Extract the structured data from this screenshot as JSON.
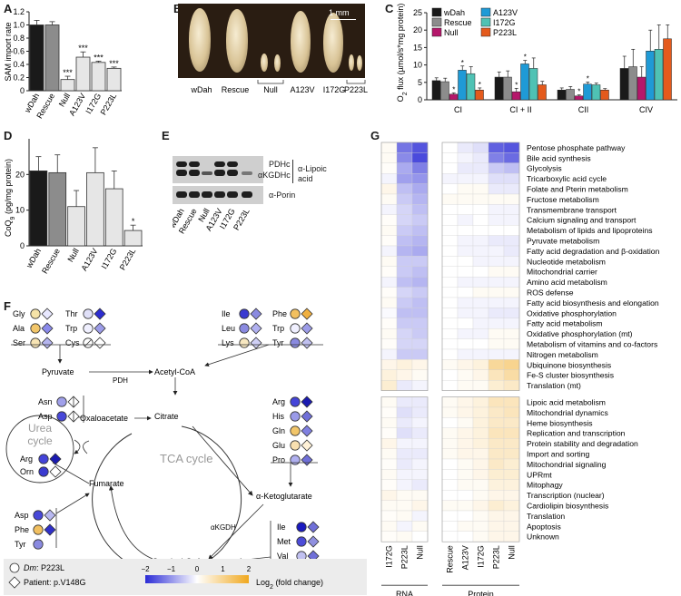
{
  "panels": {
    "A": "A",
    "B": "B",
    "C": "C",
    "D": "D",
    "E": "E",
    "F": "F",
    "G": "G"
  },
  "colors": {
    "wDah": "#1a1a1a",
    "Rescue": "#8c8c8c",
    "Null": "#b5176b",
    "A123V": "#1f9ad6",
    "I172G": "#4fc2b4",
    "P223L": "#e45a1c",
    "low": "#2b2bd6",
    "zero": "#ffffff",
    "high": "#f0a81e",
    "legend_bg": "#ececec"
  },
  "chart_data": [
    {
      "type": "bar",
      "title": "",
      "ylabel": "SAM import rate",
      "categories": [
        "wDah",
        "Rescue",
        "Null",
        "A123V",
        "I172G",
        "P223L"
      ],
      "values": [
        1.0,
        1.0,
        0.17,
        0.51,
        0.43,
        0.34
      ],
      "errors": [
        0.07,
        0.05,
        0.05,
        0.08,
        0.02,
        0.02
      ],
      "significance": [
        "",
        "",
        "***",
        "***",
        "***",
        "***"
      ],
      "ylim": [
        0,
        1.2
      ],
      "yticks": [
        0,
        0.2,
        0.4,
        0.6,
        0.8,
        1.0,
        1.2
      ],
      "ytick_labels": [
        "0",
        "0.2",
        "0.4",
        "0.6",
        "0.8",
        "1.0",
        "1.2"
      ]
    },
    {
      "type": "bar",
      "title": "",
      "ylabel_parts": [
        "O",
        "2",
        "flux (µmol/s*mg protein)"
      ],
      "categories": [
        "CI",
        "CI + II",
        "CII",
        "CIV"
      ],
      "series": [
        {
          "name": "wDah",
          "values": [
            5.5,
            6.5,
            2.8,
            9.0
          ],
          "errors": [
            0.8,
            1.5,
            0.6,
            3.5
          ]
        },
        {
          "name": "Rescue",
          "values": [
            5.2,
            6.5,
            3.0,
            9.5
          ],
          "errors": [
            1.0,
            1.8,
            0.8,
            5.0
          ]
        },
        {
          "name": "Null",
          "values": [
            1.6,
            2.3,
            1.1,
            6.5
          ],
          "errors": [
            0.4,
            1.0,
            0.3,
            3.0
          ]
        },
        {
          "name": "A123V",
          "values": [
            8.5,
            10.3,
            4.5,
            14.0
          ],
          "errors": [
            1.2,
            1.0,
            0.6,
            6.0
          ]
        },
        {
          "name": "I172G",
          "values": [
            7.5,
            9.0,
            4.3,
            14.5
          ],
          "errors": [
            2.0,
            3.0,
            0.5,
            7.0
          ]
        },
        {
          "name": "P223L",
          "values": [
            2.8,
            4.3,
            2.8,
            17.5
          ],
          "errors": [
            0.6,
            1.0,
            0.4,
            4.0
          ]
        }
      ],
      "significance": [
        [
          "",
          "",
          "*",
          "*",
          "",
          "*"
        ],
        [
          "",
          "",
          "*",
          "*",
          "",
          ""
        ],
        [
          "",
          "",
          "*",
          "*",
          "",
          ""
        ],
        [
          "",
          "",
          "",
          "",
          "",
          ""
        ]
      ],
      "ylim": [
        0,
        25
      ],
      "yticks": [
        0,
        5,
        10,
        15,
        20,
        25
      ],
      "ytick_labels": [
        "0",
        "5",
        "10",
        "15",
        "20",
        "25"
      ],
      "legend": "top-left"
    },
    {
      "type": "bar",
      "title": "",
      "ylabel_parts": [
        "CoQ",
        "9",
        "(pg/mg protein)"
      ],
      "categories": [
        "wDah",
        "Rescue",
        "Null",
        "A123V",
        "I172G",
        "P223L"
      ],
      "values": [
        21,
        20.5,
        11,
        20.5,
        16,
        4.3
      ],
      "errors": [
        4,
        5,
        4.5,
        7,
        5,
        1.5
      ],
      "significance": [
        "",
        "",
        "",
        "",
        "",
        "*"
      ],
      "ylim": [
        0,
        30
      ],
      "yticks": [
        0,
        10,
        20
      ],
      "ytick_labels": [
        "0",
        "10",
        "20"
      ]
    },
    {
      "type": "heatmap",
      "title": "",
      "rows": [
        "Pentose phosphate pathway",
        "Bile acid synthesis",
        "Glycolysis",
        "Tricarboxylic acid cycle",
        "Folate and Pterin metabolism",
        "Fructose metabolism",
        "Transmembrane transport",
        "Calcium signaling and transport",
        "Metabolism of lipids and lipoproteins",
        "Pyruvate metabolism",
        "Fatty acid degradation and β-oxidation",
        "Nucleotide metabolism",
        "Mitochondrial carrier",
        "Amino acid metabolism",
        "ROS defense",
        "Fatty acid biosynthesis and elongation",
        "Oxidative phosphorylation",
        "Fatty acid metabolism",
        "Oxidative phosphorylation (mt)",
        "Metabolism of vitamins and co-factors",
        "Nitrogen metabolism",
        "Ubiquinone biosynthesis",
        "Fe-S cluster biosynthesis",
        "Translation (mt)",
        "Lipoic acid metabolism",
        "Mitochondrial dynamics",
        "Heme biosynthesis",
        "Replication and transcription",
        "Protein stability and degradation",
        "Import and sorting",
        "Mitochondrial signaling",
        "UPRmt",
        "Mitophagy",
        "Transcription (nuclear)",
        "Cardiolipin biosynthesis",
        "Translation",
        "Apoptosis",
        "Unknown"
      ],
      "rna_columns": [
        "I172G",
        "P223L",
        "Null"
      ],
      "protein_columns": [
        "Rescue",
        "A123V",
        "I172G",
        "P223L",
        "Null"
      ],
      "group_labels": [
        "RNA",
        "Protein"
      ],
      "rna_values": [
        [
          0.1,
          -1.3,
          -1.6
        ],
        [
          0.1,
          -1.1,
          -1.7
        ],
        [
          0.05,
          -0.8,
          -1.2
        ],
        [
          -0.1,
          -0.9,
          -1.0
        ],
        [
          0.2,
          -0.6,
          -0.8
        ],
        [
          0.1,
          -0.5,
          -0.7
        ],
        [
          -0.1,
          -0.4,
          -0.6
        ],
        [
          0.05,
          -0.4,
          -0.5
        ],
        [
          0.1,
          -0.5,
          -0.6
        ],
        [
          0.05,
          -0.6,
          -0.7
        ],
        [
          -0.1,
          -0.7,
          -0.8
        ],
        [
          0.1,
          -0.5,
          -0.5
        ],
        [
          0.05,
          -0.5,
          -0.6
        ],
        [
          -0.1,
          -0.6,
          -0.7
        ],
        [
          0.05,
          -0.4,
          -0.5
        ],
        [
          0.1,
          -0.5,
          -0.6
        ],
        [
          -0.05,
          -0.6,
          -0.6
        ],
        [
          0.05,
          -0.5,
          -0.5
        ],
        [
          0.1,
          -0.4,
          -0.5
        ],
        [
          0.05,
          -0.4,
          -0.4
        ],
        [
          -0.1,
          -0.5,
          -0.5
        ],
        [
          0.2,
          0.3,
          0.2
        ],
        [
          0.3,
          0.2,
          0.1
        ],
        [
          0.4,
          -0.2,
          -0.1
        ],
        [
          0.1,
          -0.2,
          -0.2
        ],
        [
          0.05,
          -0.3,
          -0.2
        ],
        [
          0.1,
          -0.2,
          -0.1
        ],
        [
          0.05,
          -0.3,
          -0.2
        ],
        [
          0.2,
          -0.1,
          -0.1
        ],
        [
          0.1,
          -0.2,
          -0.2
        ],
        [
          0.05,
          -0.2,
          -0.1
        ],
        [
          0.1,
          -0.1,
          -0.1
        ],
        [
          0.05,
          -0.1,
          -0.2
        ],
        [
          0.2,
          0.1,
          0.1
        ],
        [
          0.1,
          0.1,
          0.2
        ],
        [
          0.05,
          0.1,
          -0.1
        ],
        [
          0.1,
          -0.1,
          0.1
        ],
        [
          0.05,
          0.1,
          0.0
        ]
      ],
      "protein_values": [
        [
          0.0,
          -0.2,
          -0.3,
          -1.5,
          -1.6
        ],
        [
          0.0,
          -0.1,
          -0.2,
          -1.2,
          -1.4
        ],
        [
          0.0,
          -0.2,
          -0.2,
          -0.5,
          -0.6
        ],
        [
          -0.1,
          -0.1,
          -0.1,
          -0.3,
          -0.3
        ],
        [
          0.0,
          0.1,
          0.1,
          -0.2,
          -0.2
        ],
        [
          0.1,
          0.1,
          0.1,
          0.1,
          0.1
        ],
        [
          0.0,
          0.0,
          0.0,
          -0.1,
          -0.1
        ],
        [
          0.0,
          -0.1,
          0.0,
          -0.1,
          -0.1
        ],
        [
          0.0,
          0.0,
          0.0,
          0.0,
          0.0
        ],
        [
          0.0,
          -0.1,
          -0.1,
          -0.2,
          -0.2
        ],
        [
          0.0,
          -0.1,
          -0.1,
          -0.1,
          -0.2
        ],
        [
          0.0,
          0.0,
          -0.1,
          -0.1,
          -0.1
        ],
        [
          0.0,
          0.0,
          0.0,
          0.1,
          0.1
        ],
        [
          0.0,
          -0.1,
          -0.1,
          -0.1,
          -0.1
        ],
        [
          0.0,
          0.0,
          0.1,
          0.1,
          0.1
        ],
        [
          0.0,
          -0.1,
          -0.1,
          -0.1,
          -0.1
        ],
        [
          0.0,
          -0.1,
          -0.1,
          -0.2,
          -0.2
        ],
        [
          0.0,
          0.0,
          -0.1,
          -0.1,
          -0.1
        ],
        [
          0.0,
          -0.1,
          -0.1,
          0.1,
          0.1
        ],
        [
          0.0,
          0.0,
          0.0,
          0.1,
          0.1
        ],
        [
          0.0,
          -0.1,
          -0.1,
          -0.1,
          -0.1
        ],
        [
          0.1,
          0.2,
          0.3,
          0.9,
          1.0
        ],
        [
          0.0,
          0.1,
          0.2,
          0.6,
          0.8
        ],
        [
          0.0,
          0.1,
          0.1,
          0.4,
          0.5
        ],
        [
          0.1,
          0.2,
          0.3,
          0.6,
          0.6
        ],
        [
          0.1,
          0.2,
          0.3,
          0.5,
          0.6
        ],
        [
          0.0,
          0.1,
          0.3,
          0.5,
          0.5
        ],
        [
          0.1,
          0.2,
          0.3,
          0.6,
          0.6
        ],
        [
          0.1,
          0.2,
          0.3,
          0.5,
          0.5
        ],
        [
          0.1,
          0.2,
          0.2,
          0.5,
          0.5
        ],
        [
          0.0,
          0.1,
          0.2,
          0.5,
          0.4
        ],
        [
          0.0,
          0.1,
          0.2,
          0.4,
          0.4
        ],
        [
          0.0,
          0.1,
          0.1,
          0.3,
          0.3
        ],
        [
          0.0,
          0.0,
          0.1,
          0.2,
          0.2
        ],
        [
          0.1,
          0.1,
          0.2,
          0.4,
          0.3
        ],
        [
          0.0,
          0.0,
          0.1,
          0.2,
          0.2
        ],
        [
          0.0,
          0.1,
          0.1,
          0.2,
          0.2
        ],
        [
          0.0,
          0.0,
          0.1,
          0.2,
          0.2
        ]
      ],
      "colorbar": {
        "ticks": [
          "−2",
          "−1",
          "0",
          "1",
          "2"
        ],
        "label_parts": [
          "Log",
          "2",
          "(fold change)"
        ]
      }
    }
  ],
  "photo": {
    "scale_label": "1 mm",
    "labels": [
      "wDah",
      "Rescue",
      "Null",
      "A123V",
      "I172G",
      "P223L"
    ]
  },
  "blot": {
    "band_labels": [
      "PDHc",
      "αKGDHc"
    ],
    "antibody_1": "α-Lipoic",
    "antibody_1b": "acid",
    "antibody_2": "α-Porin",
    "lanes": [
      "wDah",
      "Rescue",
      "Null",
      "A123V",
      "I172G",
      "P223L"
    ]
  },
  "pathway": {
    "aa_groups": [
      {
        "items": [
          {
            "n": "Gly",
            "c": "#f5e3a8",
            "d": "#e8e8ff"
          },
          {
            "n": "Ala",
            "c": "#f2c66a",
            "d": "#8a8aea"
          },
          {
            "n": "Ser",
            "c": "#f7e4b4",
            "d": "#b5b5ef"
          }
        ]
      },
      {
        "items": [
          {
            "n": "Thr",
            "c": "#e0e0f8",
            "d": "#2d2dd0"
          },
          {
            "n": "Trp",
            "c": "#f0f0ff",
            "d": "#9c9ce8"
          },
          {
            "n": "Cys",
            "c": "slash",
            "d": "#ffffff"
          }
        ]
      },
      {
        "items": [
          {
            "n": "Ile",
            "c": "#3a3ad0",
            "d": "#8a8ae0"
          },
          {
            "n": "Leu",
            "c": "#8a8ae0",
            "d": "#b0b0f0"
          },
          {
            "n": "Lys",
            "c": "#f8e8c0",
            "d": "#d0d0f5"
          }
        ]
      },
      {
        "items": [
          {
            "n": "Phe",
            "c": "#f2c060",
            "d": "#f0b040"
          },
          {
            "n": "Trp",
            "c": "#f0f0ff",
            "d": "#9c9ce8"
          },
          {
            "n": "Tyr",
            "c": "#8a8ae0",
            "d": "#c0c0f0"
          }
        ]
      }
    ],
    "right_aa": [
      {
        "n": "Arg",
        "c": "#4444d8",
        "d": "#1a1ab0"
      },
      {
        "n": "His",
        "c": "#9a9ae8",
        "d": "#7070d8"
      },
      {
        "n": "Gln",
        "c": "#f2c66a",
        "d": "#8080e0"
      },
      {
        "n": "Glu",
        "c": "#f8e0b0",
        "d": "#fff2d8"
      },
      {
        "n": "Pro",
        "c": "#b0b0f0",
        "d": "#7070d8"
      }
    ],
    "asn_asp": [
      {
        "n": "Asn",
        "c": "#a0a0ea",
        "d": "half"
      },
      {
        "n": "Asp",
        "c": "#4848d8",
        "d": "half"
      }
    ],
    "akg_aa": [
      {
        "n": "Ile",
        "c": "#1a1ac0",
        "d": "#7070d8"
      },
      {
        "n": "Met",
        "c": "#4c4cd8",
        "d": "#9090e0"
      },
      {
        "n": "Val",
        "c": "#c0c0f0",
        "d": "#7070d8"
      }
    ],
    "fum_aa": [
      {
        "n": "Asp",
        "c": "#4848d8",
        "d": "#b8b8f0"
      },
      {
        "n": "Phe",
        "c": "#f2c060",
        "d": "#3030c8"
      },
      {
        "n": "Tyr",
        "c": "#8a8ae0",
        "d": ""
      }
    ],
    "urea_aa": [
      {
        "n": "Arg",
        "c": "#4444d8",
        "d": "#1a1ab0"
      },
      {
        "n": "Orn",
        "c": "#3a3ad0",
        "d": "#ffffff"
      }
    ],
    "metabolites": {
      "pyruvate": "Pyruvate",
      "acetyl": "Acetyl-CoA",
      "citrate": "Citrate",
      "oxalo": "Oxaloacetate",
      "akg": "α-Ketoglutarate",
      "succinyl": "Succinyl-CoA",
      "fumarate": "Fumarate"
    },
    "enzymes": {
      "pdh": "PDH",
      "akgdh": "αKGDH"
    },
    "cycle_label": "TCA cycle",
    "urea": [
      "Urea",
      "cycle"
    ],
    "legend": {
      "circle_prefix": "Dm",
      "circle_suffix": ": P223L",
      "diamond": "Patient: p.V148G",
      "ticks": [
        "−2",
        "−1",
        "0",
        "1",
        "2"
      ],
      "label_parts": [
        "Log",
        "2",
        "(fold change)"
      ]
    }
  }
}
